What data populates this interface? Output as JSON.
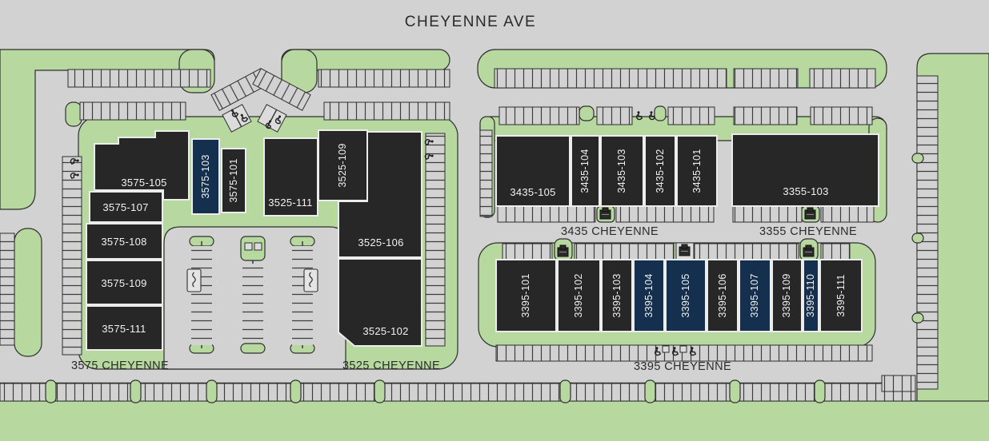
{
  "street": {
    "label": "CHEYENNE AVE"
  },
  "colors": {
    "background": "#d2d2d2",
    "landscape": "#b7d9a0",
    "outline": "#2e2e2e",
    "building": "#272727",
    "building_highlighted": "#14304e",
    "unit_text": "#f2f2f2",
    "label_text": "#2b2b2b",
    "parking_line": "#3d3d3d"
  },
  "icons": {
    "accessible_parking": "wheelchair-symbol",
    "dumpster": "dumpster-square",
    "cart_corral": "zigzag-in-box"
  },
  "buildings": [
    {
      "label": "3575 CHEYENNE",
      "units": [
        {
          "id": "3575-105",
          "highlighted": false
        },
        {
          "id": "3575-103",
          "highlighted": true
        },
        {
          "id": "3575-101",
          "highlighted": false
        },
        {
          "id": "3575-107",
          "highlighted": false
        },
        {
          "id": "3575-108",
          "highlighted": false
        },
        {
          "id": "3575-109",
          "highlighted": false
        },
        {
          "id": "3575-111",
          "highlighted": false
        }
      ]
    },
    {
      "label": "3525 CHEYENNE",
      "units": [
        {
          "id": "3525-111",
          "highlighted": false
        },
        {
          "id": "3525-109",
          "highlighted": false
        },
        {
          "id": "3525-106",
          "highlighted": false
        },
        {
          "id": "3525-102",
          "highlighted": false
        }
      ]
    },
    {
      "label": "3435 CHEYENNE",
      "units": [
        {
          "id": "3435-105",
          "highlighted": false
        },
        {
          "id": "3435-104",
          "highlighted": false
        },
        {
          "id": "3435-103",
          "highlighted": false
        },
        {
          "id": "3435-102",
          "highlighted": false
        },
        {
          "id": "3435-101",
          "highlighted": false
        }
      ]
    },
    {
      "label": "3355 CHEYENNE",
      "units": [
        {
          "id": "3355-103",
          "highlighted": false
        }
      ]
    },
    {
      "label": "3395 CHEYENNE",
      "units": [
        {
          "id": "3395-101",
          "highlighted": false
        },
        {
          "id": "3395-102",
          "highlighted": false
        },
        {
          "id": "3395-103",
          "highlighted": false
        },
        {
          "id": "3395-104",
          "highlighted": true
        },
        {
          "id": "3395-105",
          "highlighted": true
        },
        {
          "id": "3395-106",
          "highlighted": false
        },
        {
          "id": "3395-107",
          "highlighted": true
        },
        {
          "id": "3395-109",
          "highlighted": false
        },
        {
          "id": "3395-110",
          "highlighted": true
        },
        {
          "id": "3395-111",
          "highlighted": false
        }
      ]
    }
  ]
}
